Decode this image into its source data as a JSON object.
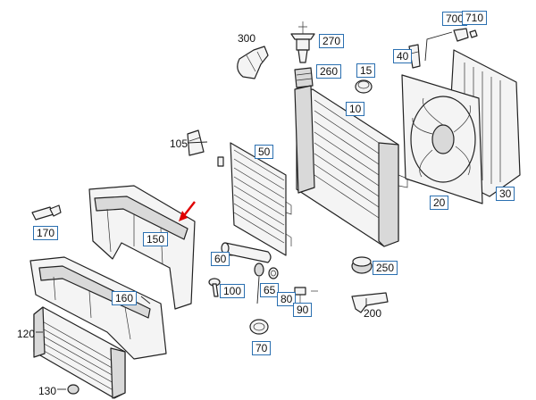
{
  "accent_colors": {
    "callout_border": "#2a6fb0",
    "arrow": "#e00000"
  },
  "callouts": [
    {
      "id": "700",
      "text": "700",
      "boxed": true
    },
    {
      "id": "710",
      "text": "710",
      "boxed": true
    },
    {
      "id": "300",
      "text": "300",
      "boxed": false
    },
    {
      "id": "270",
      "text": "270",
      "boxed": true
    },
    {
      "id": "40",
      "text": "40",
      "boxed": true
    },
    {
      "id": "260",
      "text": "260",
      "boxed": true
    },
    {
      "id": "15",
      "text": "15",
      "boxed": true
    },
    {
      "id": "10",
      "text": "10",
      "boxed": true
    },
    {
      "id": "105",
      "text": "105",
      "boxed": false
    },
    {
      "id": "50",
      "text": "50",
      "boxed": true
    },
    {
      "id": "30",
      "text": "30",
      "boxed": true
    },
    {
      "id": "20",
      "text": "20",
      "boxed": true
    },
    {
      "id": "170",
      "text": "170",
      "boxed": true
    },
    {
      "id": "150",
      "text": "150",
      "boxed": true
    },
    {
      "id": "60",
      "text": "60",
      "boxed": true
    },
    {
      "id": "250",
      "text": "250",
      "boxed": true
    },
    {
      "id": "100",
      "text": "100",
      "boxed": true
    },
    {
      "id": "65",
      "text": "65",
      "boxed": true
    },
    {
      "id": "80",
      "text": "80",
      "boxed": true
    },
    {
      "id": "90",
      "text": "90",
      "boxed": true
    },
    {
      "id": "160",
      "text": "160",
      "boxed": true
    },
    {
      "id": "200",
      "text": "200",
      "boxed": false
    },
    {
      "id": "120",
      "text": "120",
      "boxed": false
    },
    {
      "id": "70",
      "text": "70",
      "boxed": true
    },
    {
      "id": "130",
      "text": "130",
      "boxed": false
    }
  ]
}
